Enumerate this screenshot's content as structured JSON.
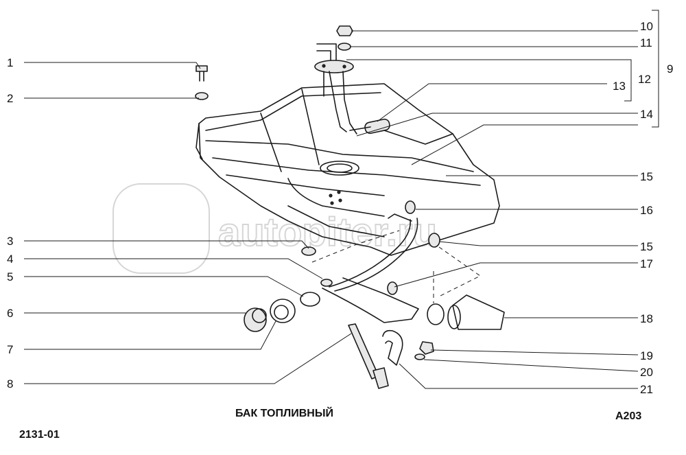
{
  "diagram": {
    "caption": "БАК ТОПЛИВНЫЙ",
    "code_left": "2131-01",
    "code_right": "A203",
    "watermark": "autopiter.ru",
    "callouts_left": [
      "1",
      "2",
      "3",
      "4",
      "5",
      "6",
      "7",
      "8"
    ],
    "callouts_right": [
      "10",
      "11",
      "13",
      "12",
      "9",
      "14",
      "15",
      "16",
      "15",
      "17",
      "18",
      "19",
      "20",
      "21"
    ]
  },
  "colors": {
    "ink": "#1a1a1a",
    "background": "#ffffff",
    "watermark": "#d6d6d6"
  }
}
